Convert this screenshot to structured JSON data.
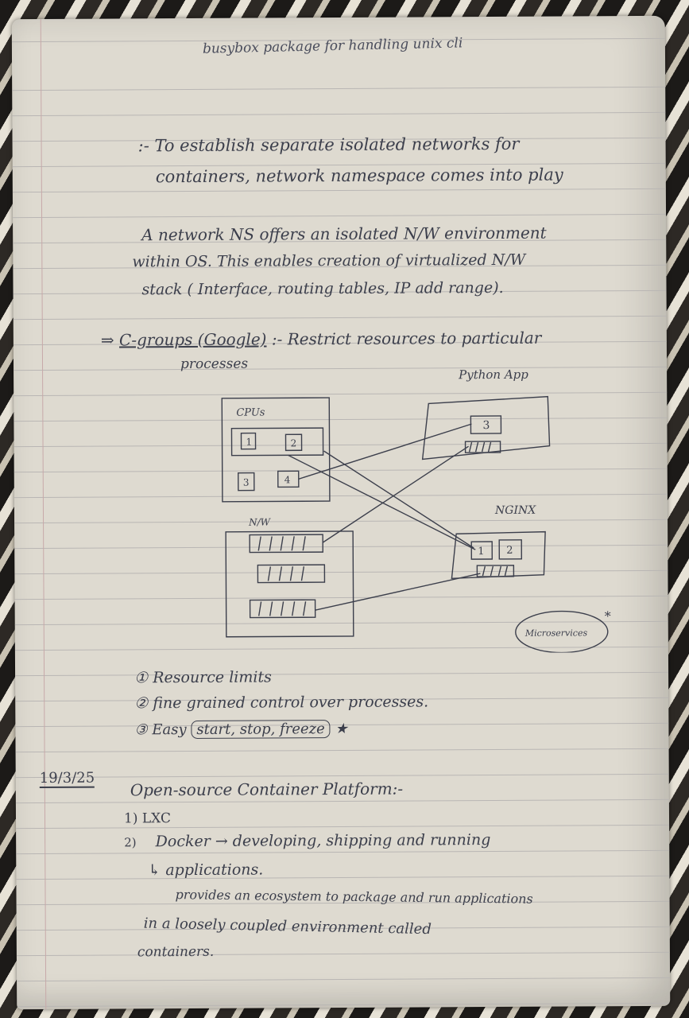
{
  "header_line": "busybox package for handling unix cli",
  "lines": {
    "l1": ":- To establish separate isolated networks for",
    "l2": "containers, network namespace comes into play",
    "l3": "A network NS offers an isolated N/W environment",
    "l4": "within OS. This enables creation of virtualized N/W",
    "l5": "stack ( Interface, routing tables, IP add range).",
    "l6_arrow": "⇒",
    "l6_term": "C-groups (Google)",
    "l6_rest": ":- Restrict resources to particular",
    "l7": "processes"
  },
  "diagram": {
    "cpus_label": "CPUs",
    "cpu_cells": [
      "1",
      "2",
      "3",
      "4"
    ],
    "nw_label": "N/W",
    "python_label": "Python App",
    "python_cell": "3",
    "nginx_label": "NGINX",
    "nginx_cells": [
      "1",
      "2"
    ],
    "microservices": "Microservices",
    "microservices_star": "*"
  },
  "list": {
    "i1_num": "①",
    "i1": "Resource limits",
    "i2_num": "②",
    "i2": "fine grained control over processes.",
    "i3_num": "③",
    "i3_pre": "Easy",
    "i3_box": "start, stop, freeze",
    "i3_star": "★"
  },
  "dated": {
    "date": "19/3/25",
    "title": "Open-source Container Platform:-",
    "i1": "1) LXC",
    "i2_num": "2)",
    "i2": "Docker → developing, shipping and running",
    "i2b": "↳ applications.",
    "i3": "provides an ecosystem to package and run applications",
    "i4": "in a loosely coupled environment called",
    "i5": "containers."
  }
}
